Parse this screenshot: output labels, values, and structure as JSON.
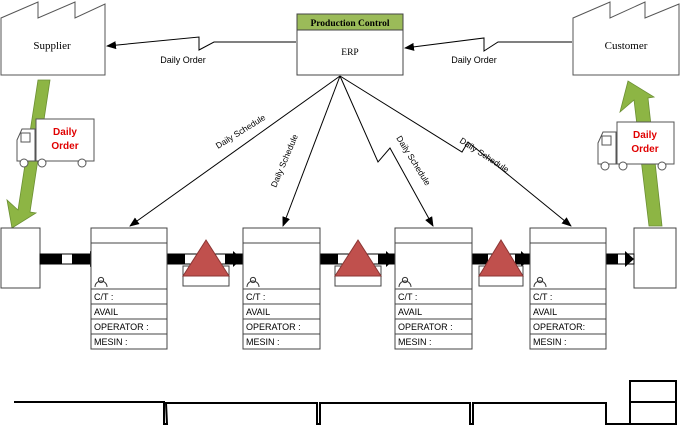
{
  "supplier": {
    "label": "Supplier"
  },
  "customer": {
    "label": "Customer"
  },
  "production_control": {
    "title": "Production Control",
    "system": "ERP",
    "header_color": "#9bbb59"
  },
  "info_flows": {
    "to_supplier": "Daily Order",
    "from_customer": "Daily Order",
    "schedules": [
      "Daily Schedule",
      "Daily Schedule",
      "Daily Schedule",
      "Daily Schedule"
    ]
  },
  "trucks": {
    "inbound_label": "Daily Order",
    "outbound_label": "Daily Order",
    "label_color": "#e00000",
    "shipment_arrow_color": "#8db544"
  },
  "inventory": {
    "triangle_color": "#c0504d",
    "count": 3
  },
  "process_boxes": [
    {
      "ct": "C/T :",
      "avail": "AVAIL",
      "operator": "OPERATOR :",
      "mesin": "MESIN :"
    },
    {
      "ct": "C/T :",
      "avail": "AVAIL",
      "operator": "OPERATOR :",
      "mesin": "MESIN :"
    },
    {
      "ct": "C/T :",
      "avail": "AVAIL",
      "operator": "OPERATOR :",
      "mesin": "MESIN :"
    },
    {
      "ct": "C/T :",
      "avail": "AVAIL",
      "operator": "OPERATOR:",
      "mesin": "MESIN :"
    }
  ],
  "operator_icon": "operator-icon"
}
